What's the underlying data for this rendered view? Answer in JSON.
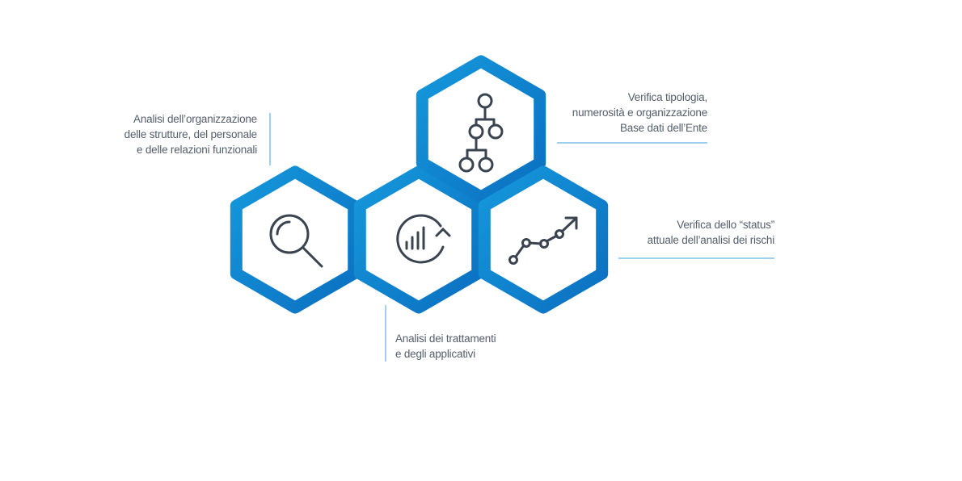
{
  "colors": {
    "accent": "#1a8fd6",
    "accent_light": "#29a3df",
    "accent_dark": "#0c6fbf",
    "icon": "#3a4450",
    "line": "#3aa0de",
    "text": "#555e6b"
  },
  "nodes": [
    {
      "id": "search",
      "icon": "magnifier-icon",
      "caption": [
        "Analisi dell’organizzazione",
        "delle strutture, del personale",
        "e delle relazioni funzionali"
      ]
    },
    {
      "id": "treatments",
      "icon": "bar-chart-refresh-icon",
      "caption": [
        "Analisi dei trattamenti",
        "e degli applicativi"
      ]
    },
    {
      "id": "hierarchy",
      "icon": "hierarchy-tree-icon",
      "caption": [
        "Verifica tipologia,",
        "numerosità e organizzazione",
        "Base dati dell’Ente"
      ]
    },
    {
      "id": "status",
      "icon": "trend-line-icon",
      "caption": [
        "Verifica dello “status”",
        "attuale dell’analisi dei rischi"
      ]
    }
  ]
}
